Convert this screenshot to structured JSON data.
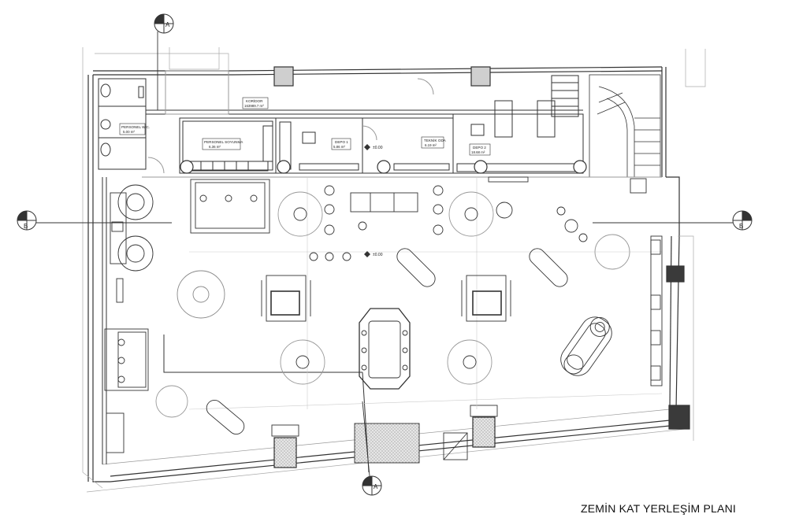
{
  "drawing_title": "ZEMİN KAT YERLEŞİM PLANI",
  "section_markers": {
    "a_top": "A",
    "a_bottom": "A",
    "b_left": "B",
    "b_right": "B"
  },
  "rooms": {
    "koridor": {
      "name": "KORİDOR",
      "area": "163989.7 m²"
    },
    "personel_wc": {
      "name": "PERSONEL W.C.",
      "area": "5.00 m²"
    },
    "personel_soyunma": {
      "name": "PERSONEL SOYUNMA",
      "area": "6.36 m²"
    },
    "depo_1": {
      "name": "DEPO 1",
      "area": "5.86 m²"
    },
    "teknik_oda": {
      "name": "TEKNİK ODA",
      "area": "6.19 m²"
    },
    "depo_2": {
      "name": "DEPO 2",
      "area": "18.68 m²"
    }
  },
  "elevations": {
    "upper": "±0.00",
    "main": "±0.00"
  },
  "colors": {
    "line": "#333333",
    "light_line": "#9a9a9a",
    "column_fill": "#3a3a3a",
    "hatch_fill": "#cfcfcf"
  }
}
